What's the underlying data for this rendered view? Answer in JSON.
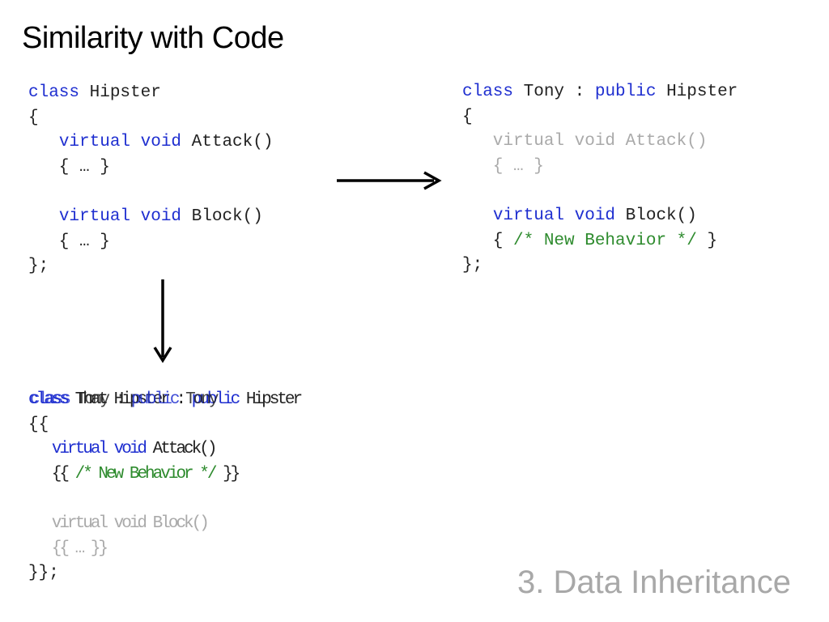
{
  "slide": {
    "title": "Similarity with Code",
    "footer": "3. Data Inheritance"
  },
  "hipster": {
    "l1_kw": "class",
    "l1_name": " Hipster",
    "l2": "{",
    "l3_indent": "   ",
    "l3_kw": "virtual void",
    "l3_name": " Attack()",
    "l4": "   { … }",
    "l6_indent": "   ",
    "l6_kw": "virtual void",
    "l6_name": " Block()",
    "l7": "   { … }",
    "l8": "};"
  },
  "tony": {
    "l1_kw": "class",
    "l1_name": " Tony : ",
    "l1_kw2": "public",
    "l1_base": " Hipster",
    "l2": "{",
    "l3": "   virtual void Attack()",
    "l4": "   { … }",
    "l6_indent": "   ",
    "l6_kw": "virtual void",
    "l6_name": " Block()",
    "l7_open": "   { ",
    "l7_comment": "/* New Behavior */",
    "l7_close": " }",
    "l8": "};"
  },
  "that_hipster": {
    "l1_kw": "class",
    "l1_name": " That Hipster : ",
    "l1_kw2": "public",
    "l1_base": " Hipster",
    "l1_ghost_kw": "class",
    "l1_ghost_name": " Tony : ",
    "l1_ghost_kw2": "public",
    "l1_ghost_base": " Tony",
    "l2": "{{",
    "l3_indent": "   ",
    "l3_kw": "virtual void",
    "l3_name": " Attack()",
    "l4_open": "   {{ ",
    "l4_comment": "/* New Behavior */",
    "l4_close": " }}",
    "l6": "   virtual void Block()",
    "l7": "   {{ … }}",
    "l8": "}};"
  },
  "colors": {
    "keyword": "#1f2fd0",
    "comment": "#2e8b2e",
    "faded": "#aaaaaa",
    "footer": "#a8a8a8"
  },
  "icons": {
    "right_arrow": "arrow-right-icon",
    "down_arrow": "arrow-down-icon"
  }
}
